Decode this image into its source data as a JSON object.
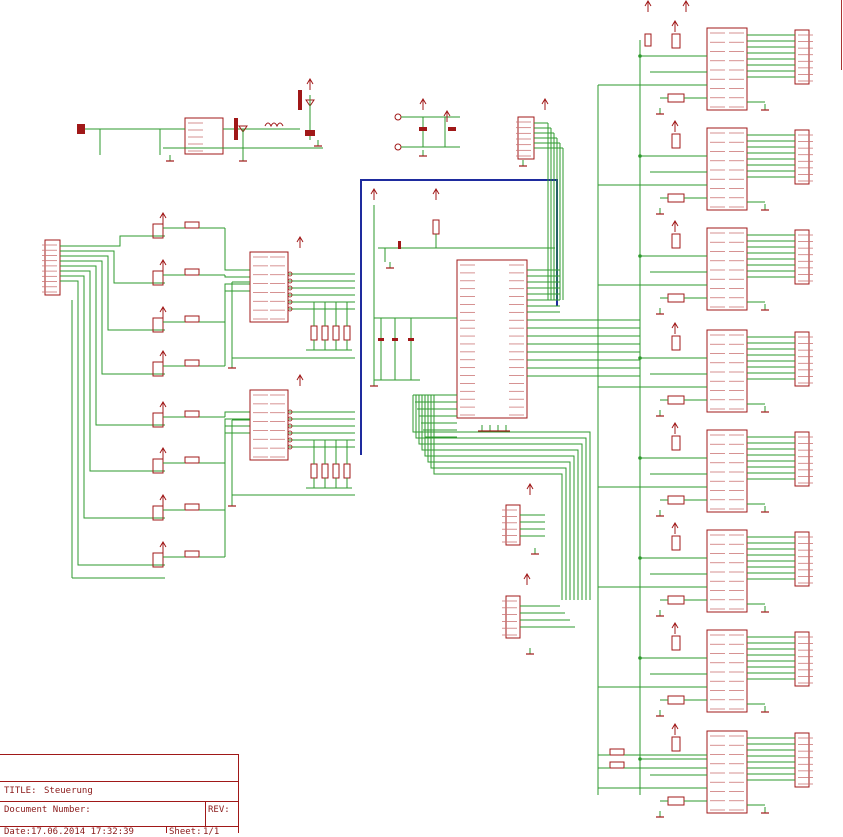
{
  "title_block": {
    "title_label": "TITLE:",
    "title_value": "Steuerung",
    "document_number_label": "Document Number:",
    "rev_label": "REV:",
    "date_label": "Date:",
    "date_value": "17.06.2014 17:32:39",
    "sheet_label": "Sheet:",
    "sheet_value": "1/1"
  },
  "colors": {
    "wire": "#2e9a2e",
    "component": "#a01818",
    "bus": "#1e2b9e",
    "background": "#ffffff"
  }
}
